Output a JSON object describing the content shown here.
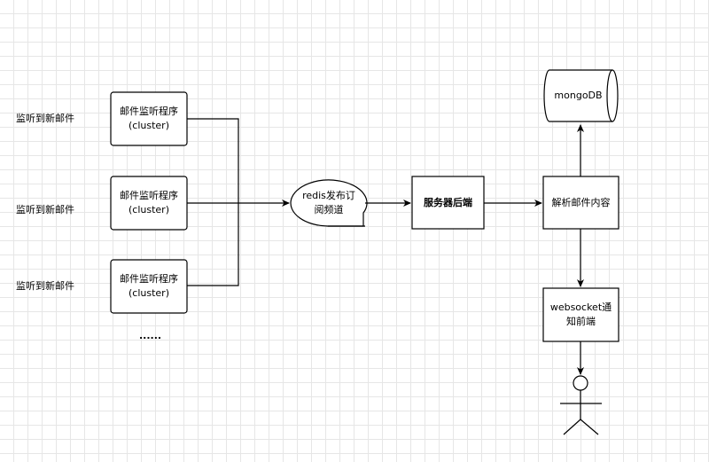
{
  "side_labels": [
    "监听到新邮件",
    "监听到新邮件",
    "监听到新邮件"
  ],
  "cluster_nodes": [
    "邮件监听程序\n(cluster)",
    "邮件监听程序\n(cluster)",
    "邮件监听程序\n(cluster)"
  ],
  "ellipsis": "......",
  "redis_node": "redis发布订\n阅频道",
  "server_node": "服务器后端",
  "parse_node": "解析邮件内容",
  "db_node": "mongoDB",
  "websocket_node": "websocket通\n知前端"
}
